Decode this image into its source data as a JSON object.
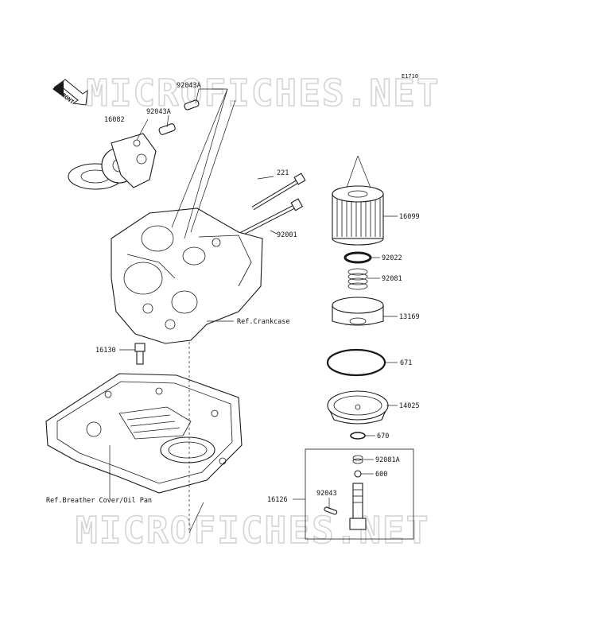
{
  "diagram_code": "E1710",
  "front_label": "FRONT",
  "watermark": "MICROFICHES.NET",
  "parts": {
    "p16082": "16082",
    "p92043a_top": "92043A",
    "p92043a_mid": "92043A",
    "p221": "221",
    "p92001": "92001",
    "p16099": "16099",
    "p92022": "92022",
    "p92081": "92081",
    "p13169": "13169",
    "p671": "671",
    "p14025": "14025",
    "p670": "670",
    "p16130": "16130",
    "p16126": "16126",
    "p92081a": "92081A",
    "p600": "600",
    "p92043": "92043"
  },
  "refs": {
    "crankcase": "Ref.Crankcase",
    "breather": "Ref.Breather Cover/Oil Pan"
  }
}
